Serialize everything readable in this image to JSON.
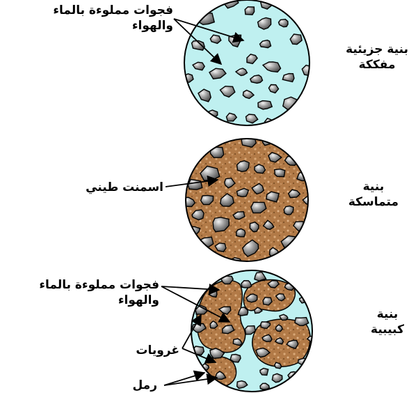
{
  "structures": {
    "loose": {
      "name_line1": "بنية جزيئية",
      "name_line2": "مفككة"
    },
    "cohesive": {
      "name_line1": "بنية",
      "name_line2": "متماسكة"
    },
    "granular": {
      "name_line1": "بنية",
      "name_line2": "كبيبية"
    }
  },
  "annotations": {
    "pores_line1": "فجوات مملوءة بالماء",
    "pores_line2": "والهواء",
    "clay_cement": "اسمنت طيني",
    "pores2_line1": "فجوات مملوءة بالماء",
    "pores2_line2": "والهواء",
    "colloids": "غرويات",
    "sand": "رمل"
  },
  "colors": {
    "water_air": "#bff0f0",
    "clay": "#b57c4a",
    "stone": "#8e8e8e",
    "outline": "#000000"
  }
}
